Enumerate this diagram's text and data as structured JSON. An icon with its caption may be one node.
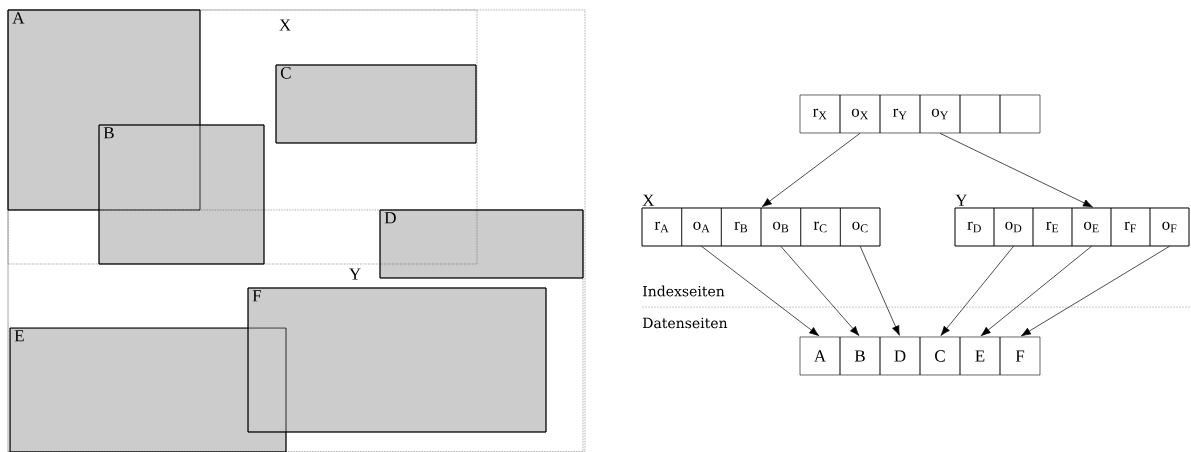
{
  "diagram": {
    "nodes": [
      {
        "text": [],
        "shape": "box"
      },
      {
        "text": [
          "X"
        ],
        "in": 0
      },
      {
        "text": [
          "A"
        ],
        "in": 1
      },
      {
        "text": [
          "B"
        ],
        "in": 1
      },
      {
        "text": [
          "C"
        ],
        "in": 1
      },
      {
        "text": [
          "Y"
        ],
        "in": 0
      },
      {
        "text": [
          "D"
        ],
        "in": 5
      },
      {
        "text": [
          "E"
        ],
        "in": 5
      },
      {
        "text": [
          "F"
        ],
        "in": 5
      },
      {
        "text": [
          "r$_{X}$"
        ]
      },
      {
        "text": [
          "o$_{X}$"
        ]
      },
      {
        "text": [
          "r$_{Y}$"
        ]
      },
      {
        "text": [
          "o$_{Y}$"
        ]
      },
      {
        "text": [],
        "shape": "box"
      },
      {
        "text": [],
        "shape": "box"
      },
      {
        "text": [
          "X"
        ]
      },
      {
        "text": [
          "r$_{A}$"
        ],
        "in": 15
      },
      {
        "text": [
          "o$_{A}$"
        ],
        "in": 15
      },
      {
        "text": [
          "r$_{B}$"
        ],
        "in": 15
      },
      {
        "text": [
          "o$_{B}$"
        ],
        "in": 15
      },
      {
        "text": [
          "r$_{C}$"
        ],
        "in": 15
      },
      {
        "text": [
          "o$_{C}$"
        ],
        "in": 15
      },
      {
        "text": [
          "Y"
        ]
      },
      {
        "text": [
          "r$_{D}$"
        ],
        "in": 22
      },
      {
        "text": [
          "o$_{D}$"
        ],
        "in": 22
      },
      {
        "text": [
          "r$_{E}$"
        ],
        "in": 22
      },
      {
        "text": [
          "o$_{E}$"
        ],
        "in": 22
      },
      {
        "text": [
          "r$_{F}$"
        ],
        "in": 22
      },
      {
        "text": [
          "o$_{F}$"
        ],
        "in": 22
      },
      {
        "text": [
          "A"
        ]
      },
      {
        "text": [
          "B"
        ]
      },
      {
        "text": [
          "D"
        ]
      },
      {
        "text": [
          "C"
        ]
      },
      {
        "text": [
          "E"
        ]
      },
      {
        "text": [
          "F"
        ]
      }
    ],
    "edges": [
      {
        "from": 10,
        "to": 15,
        "arrow": "to"
      },
      {
        "from": 12,
        "to": 22,
        "arrow": "to"
      },
      {
        "from": 17,
        "to": 29,
        "arrow": "to"
      },
      {
        "from": 19,
        "to": 30,
        "arrow": "to"
      },
      {
        "from": 21,
        "to": 31,
        "arrow": "to"
      },
      {
        "from": 24,
        "to": 32,
        "arrow": "to"
      },
      {
        "from": 26,
        "to": 33,
        "arrow": "to"
      },
      {
        "from": 28,
        "to": 34,
        "arrow": "to"
      }
    ],
    "labels": [
      "Indexseiten",
      "Datenseiten"
    ]
  }
}
